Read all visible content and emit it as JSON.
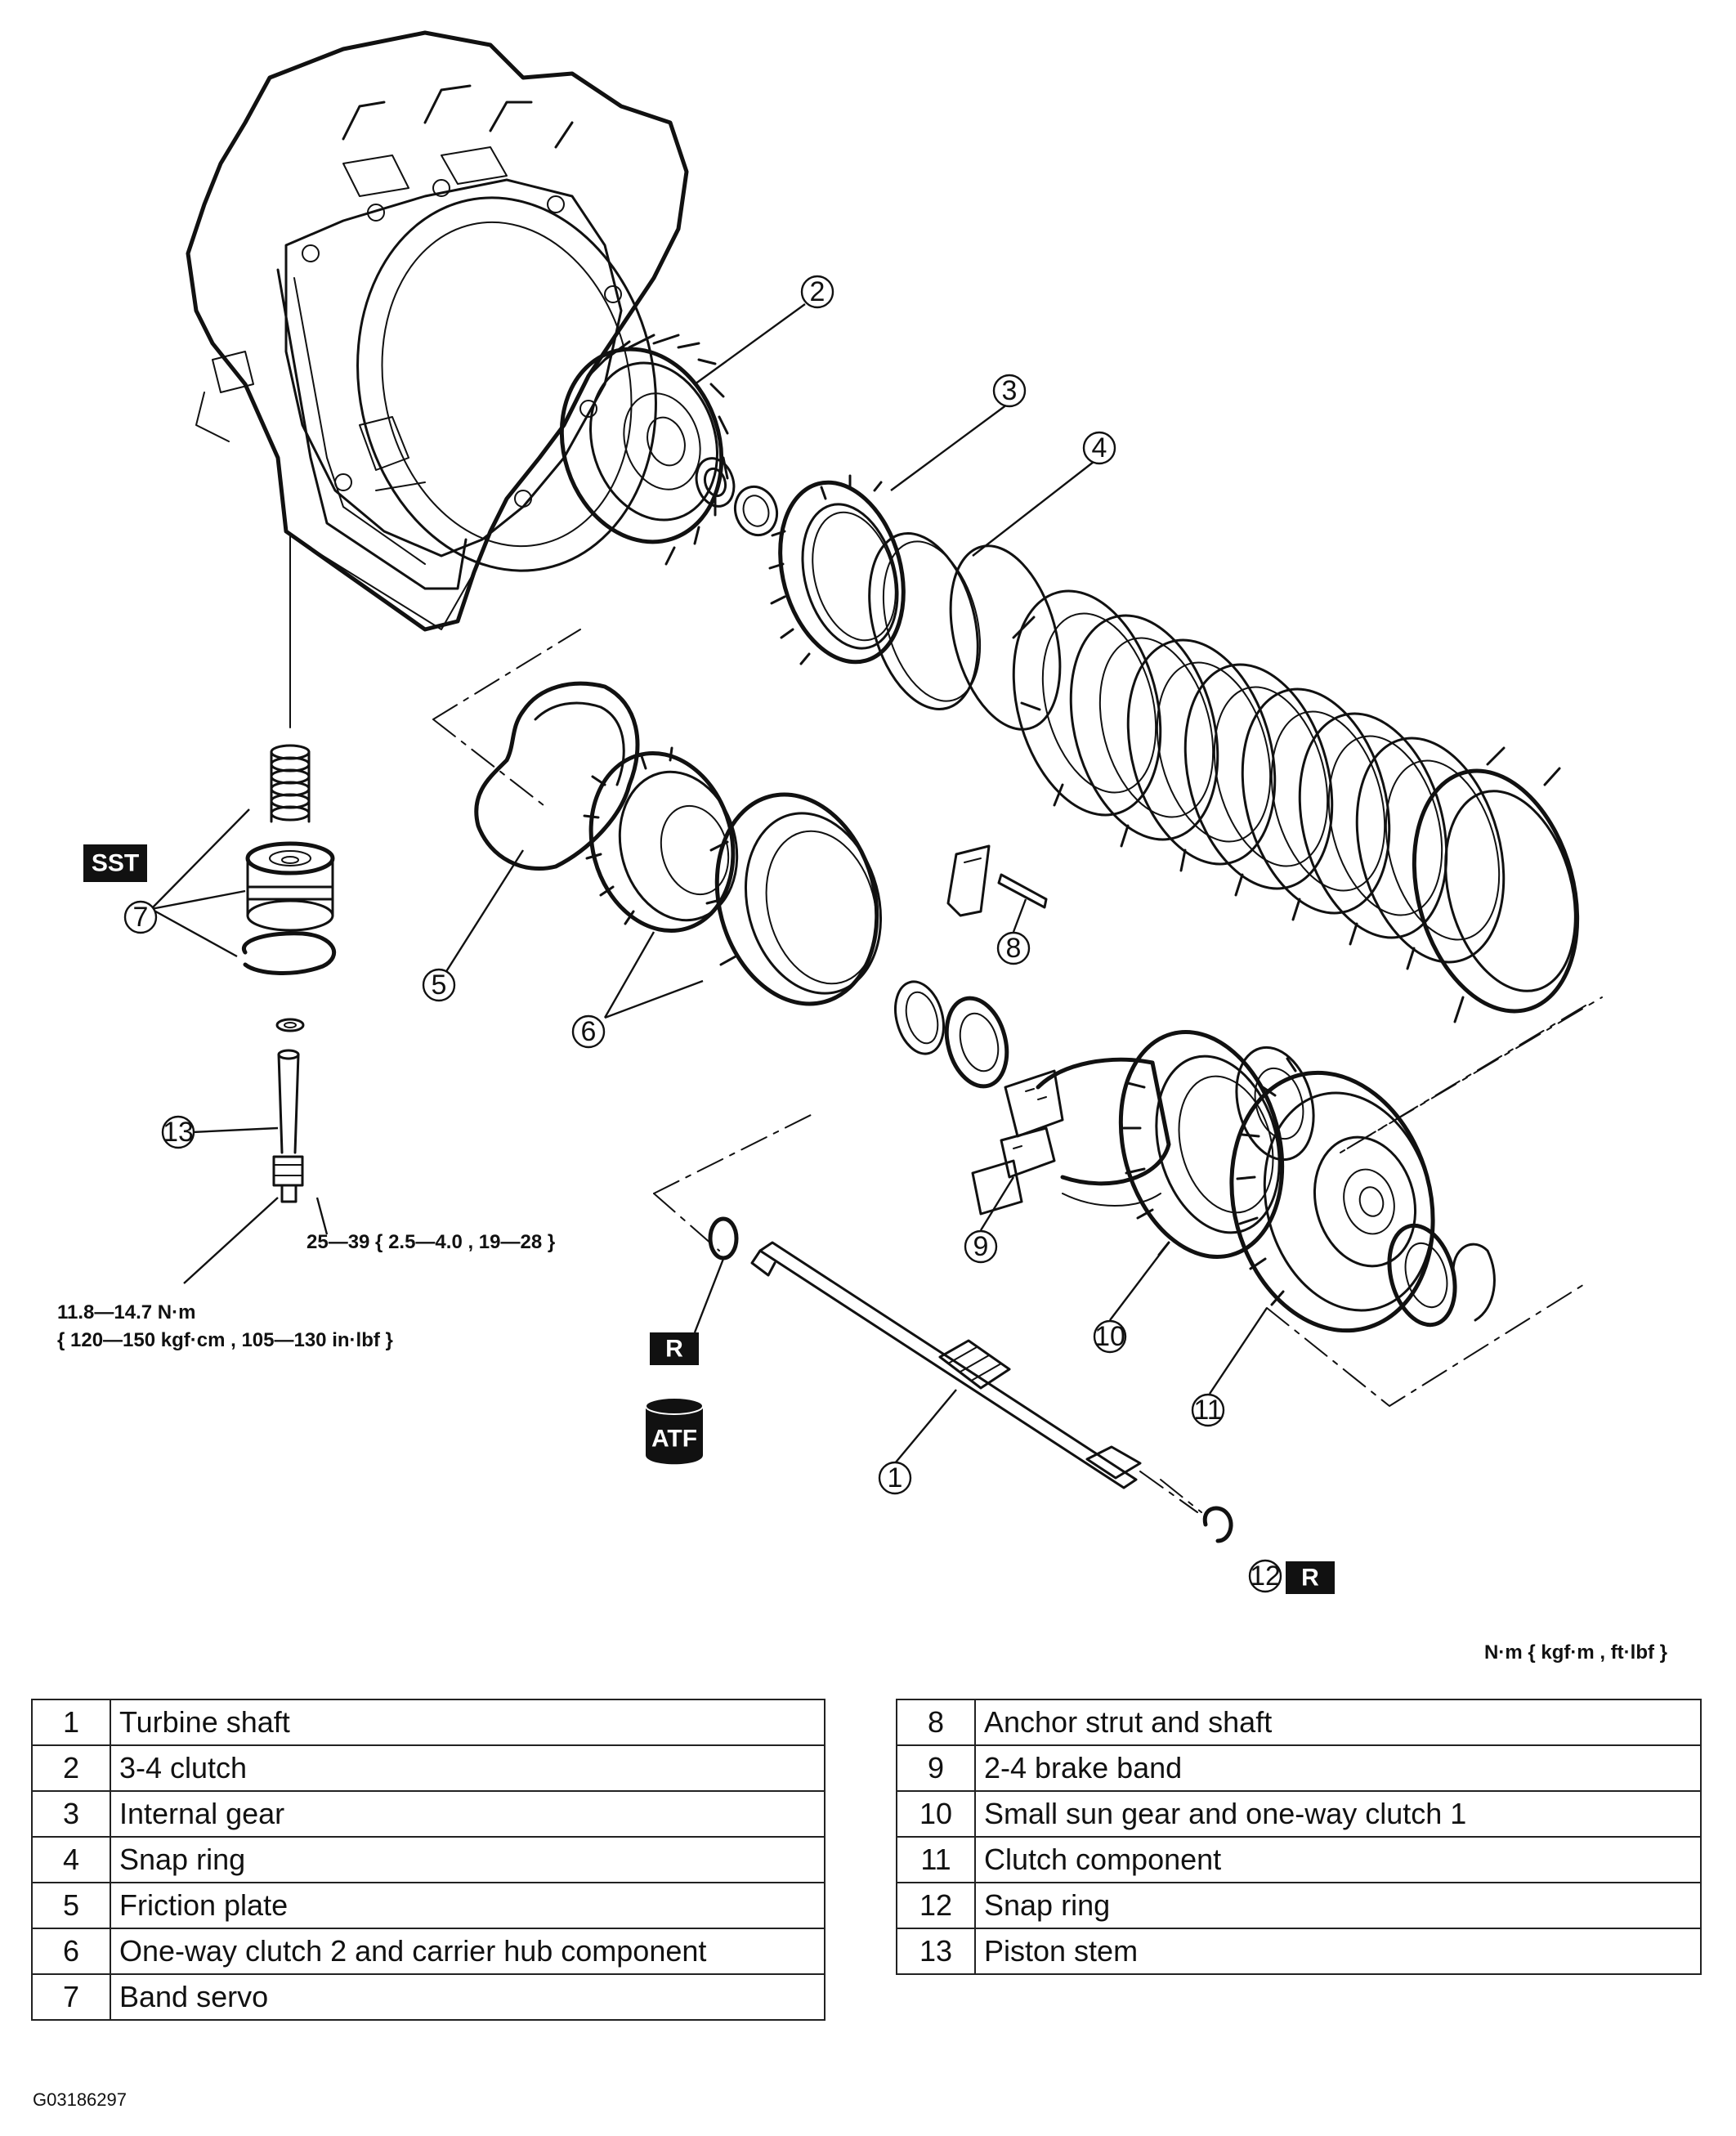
{
  "callouts": [
    "1",
    "2",
    "3",
    "4",
    "5",
    "6",
    "7",
    "8",
    "9",
    "10",
    "11",
    "12",
    "13"
  ],
  "badges": {
    "sst": "SST",
    "r": "R",
    "atf": "ATF"
  },
  "torque": {
    "piston_nut": "25—39 { 2.5—4.0 , 19—28 }",
    "piston_stem_line1": "11.8—14.7 N·m",
    "piston_stem_line2": "{ 120—150 kgf·cm , 105—130 in·lbf }"
  },
  "unit_note": "N·m { kgf·m , ft·lbf }",
  "figure_id": "G03186297",
  "legend_left": [
    {
      "num": "1",
      "name": "Turbine shaft"
    },
    {
      "num": "2",
      "name": "3-4 clutch"
    },
    {
      "num": "3",
      "name": "Internal gear"
    },
    {
      "num": "4",
      "name": "Snap ring"
    },
    {
      "num": "5",
      "name": "Friction plate"
    },
    {
      "num": "6",
      "name": "One-way clutch 2 and carrier hub component"
    },
    {
      "num": "7",
      "name": "Band servo"
    }
  ],
  "legend_right": [
    {
      "num": "8",
      "name": "Anchor strut and shaft"
    },
    {
      "num": "9",
      "name": "2-4 brake band"
    },
    {
      "num": "10",
      "name": "Small sun gear and one-way clutch 1"
    },
    {
      "num": "11",
      "name": "Clutch component"
    },
    {
      "num": "12",
      "name": "Snap ring"
    },
    {
      "num": "13",
      "name": "Piston stem"
    }
  ]
}
